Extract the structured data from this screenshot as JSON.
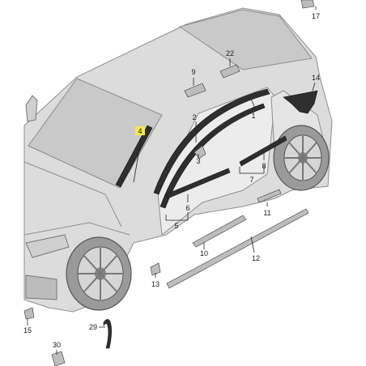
{
  "callouts": [
    {
      "id": "c1",
      "label": "1"
    },
    {
      "id": "c2",
      "label": "2"
    },
    {
      "id": "c3",
      "label": "3"
    },
    {
      "id": "c4",
      "label": "4",
      "highlighted": true
    },
    {
      "id": "c5",
      "label": "5"
    },
    {
      "id": "c6",
      "label": "6"
    },
    {
      "id": "c7",
      "label": "7"
    },
    {
      "id": "c8",
      "label": "8"
    },
    {
      "id": "c9",
      "label": "9"
    },
    {
      "id": "c10",
      "label": "10"
    },
    {
      "id": "c11",
      "label": "11"
    },
    {
      "id": "c12",
      "label": "12"
    },
    {
      "id": "c13",
      "label": "13"
    },
    {
      "id": "c14",
      "label": "14"
    },
    {
      "id": "c15",
      "label": "15"
    },
    {
      "id": "c17",
      "label": "17"
    },
    {
      "id": "c22",
      "label": "22"
    },
    {
      "id": "c29",
      "label": "29"
    },
    {
      "id": "c30",
      "label": "30"
    }
  ],
  "colors": {
    "highlight": "#f2e94e",
    "car_body": "#dcdcdc",
    "glass": "#c9c9c9",
    "trim": "#2f2f2f"
  }
}
